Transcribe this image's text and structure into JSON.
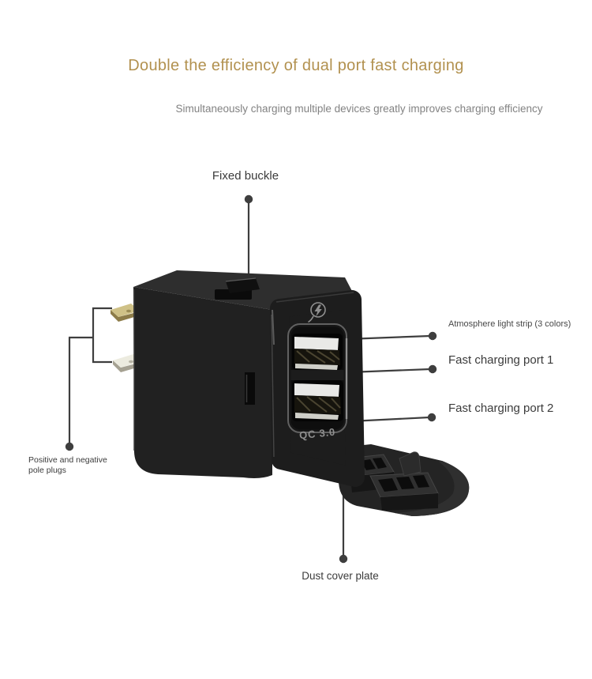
{
  "page": {
    "background": "#ffffff",
    "title": "Double the efficiency of dual port fast charging",
    "subtitle": "Simultaneously charging multiple devices greatly improves charging efficiency",
    "colors": {
      "title": "#b2914f",
      "subtitle": "#828282",
      "label_text": "#3b3b3b",
      "callout_line": "#3e3e3e",
      "device_body": "#212121",
      "device_panel": "#1d1d1d",
      "pin_positive": "#cfc187",
      "pin_negative": "#ecebdf"
    }
  },
  "device": {
    "panel_text": "QC 3.0",
    "logo": "quick-charge-lightning-logo",
    "ports": 2
  },
  "callouts": {
    "fixed_buckle": "Fixed buckle",
    "atmosphere_light_strip": "Atmosphere light strip (3 colors)",
    "fast_charging_port_1": "Fast charging port 1",
    "fast_charging_port_2": "Fast charging port 2",
    "pole_plugs_line1": "Positive and negative",
    "pole_plugs_line2": "pole plugs",
    "dust_cover_plate": "Dust cover plate"
  }
}
